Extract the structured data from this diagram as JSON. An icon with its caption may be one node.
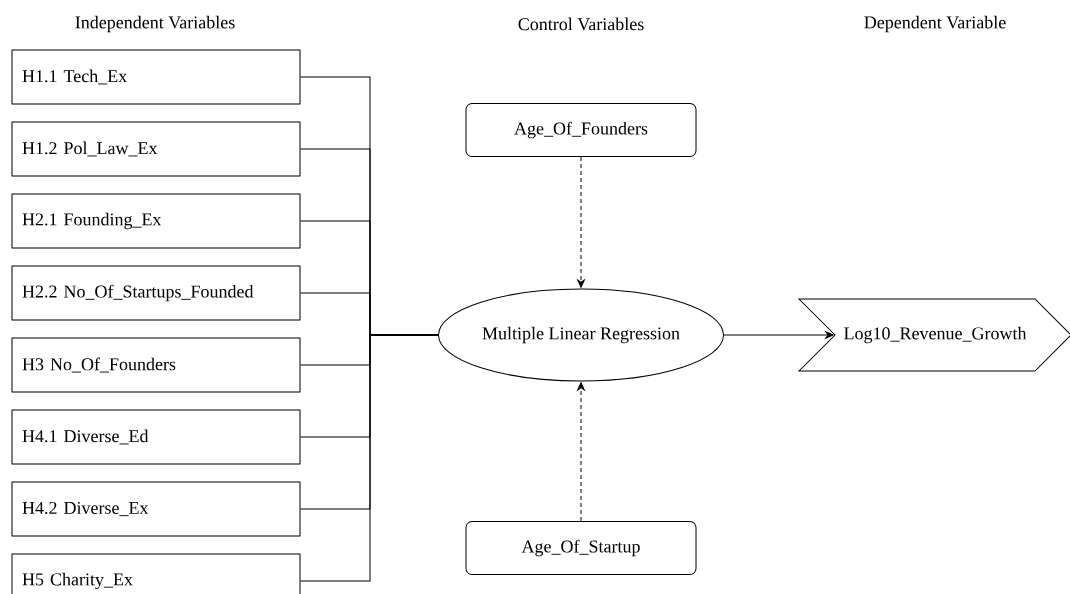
{
  "diagram": {
    "nodes": [
      {
        "text": [
          "H1.1 Tech_Ex"
        ]
      },
      {
        "text": [
          "H1.2 Pol_Law_Ex"
        ]
      },
      {
        "text": [
          "H2.1 Founding_Ex"
        ]
      },
      {
        "text": [
          "H2.2 No_Of_Startups_Founded"
        ]
      },
      {
        "text": [
          "H3 No_Of_Founders"
        ]
      },
      {
        "text": [
          "H4.1 Diverse_Ed"
        ]
      },
      {
        "text": [
          "H4.2 Diverse_Ex"
        ]
      },
      {
        "text": [
          "H5 Charity_Ex"
        ]
      },
      {
        "text": [
          "Age_Of_Founders"
        ]
      },
      {
        "text": [
          "Multiple Linear Regression"
        ]
      },
      {
        "text": [
          "Age_Of_Startup"
        ]
      },
      {
        "text": [
          "Log10_Revenue_Growth"
        ]
      }
    ],
    "edges": [
      {
        "from": 0,
        "to": 9,
        "arrow": "none"
      },
      {
        "from": 1,
        "to": 9,
        "arrow": "none"
      },
      {
        "from": 2,
        "to": 9,
        "arrow": "none"
      },
      {
        "from": 3,
        "to": 9,
        "arrow": "none"
      },
      {
        "from": 4,
        "to": 9,
        "arrow": "none"
      },
      {
        "from": 5,
        "to": 9,
        "arrow": "none"
      },
      {
        "from": 6,
        "to": 9,
        "arrow": "none"
      },
      {
        "from": 7,
        "to": 9,
        "arrow": "none"
      },
      {
        "from": 8,
        "to": 9,
        "arrow": "to",
        "style": "dashed"
      },
      {
        "from": 10,
        "to": 9,
        "arrow": "to",
        "style": "dashed"
      },
      {
        "from": 9,
        "to": 11,
        "arrow": "to"
      }
    ],
    "labels": [
      "Independent Variables",
      "Control Variables",
      "Dependent Variable"
    ]
  }
}
